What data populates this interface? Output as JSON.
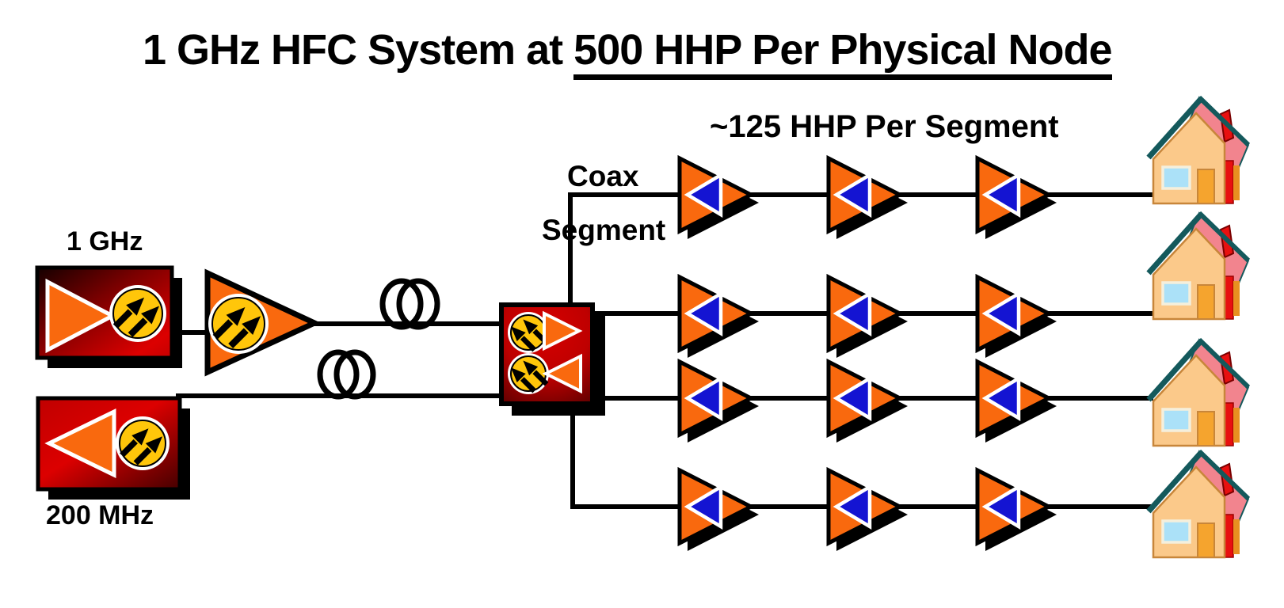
{
  "title": {
    "prefix": "1 GHz HFC System at ",
    "underlined": "500 HHP Per Physical Node"
  },
  "headend": {
    "forward_band_label": "1 GHz",
    "return_band_label": "200 MHz"
  },
  "node_labels": {
    "coax_line1": "Coax",
    "coax_line2": "Segment"
  },
  "segment_label": "~125 HHP Per Segment",
  "topology": {
    "hhp_per_physical_node": 500,
    "hhp_per_segment": "~125",
    "coax_segments_per_node": 4,
    "amplifiers_per_segment": 3,
    "homes_shown": 4,
    "fiber_links": 2,
    "fiber_coils": 2
  },
  "icons": {
    "forward_transmitter": "red-box-right-triangle-with-laser-diode-icon",
    "return_receiver": "red-box-left-triangle-with-laser-diode-icon",
    "headend_amplifier": "orange-triangle-with-laser-diode-icon",
    "fiber_coil": "double-loop-fiber-coil-icon",
    "optical_node": "red-box-two-diodes-two-triangles-icon",
    "rf_amplifier": "orange-triangle-blue-inner-triangle-icon",
    "home": "house-icon"
  },
  "colors": {
    "orange": "#F9690E",
    "deep_blue": "#1414D2",
    "bright_red": "#D40000",
    "dark_red": "#2A0000",
    "yellow": "#FFC60A",
    "line_black": "#000000",
    "house_wall": "#FBC98A",
    "house_roof_pink": "#F2848E",
    "roof_trim_teal": "#14595C",
    "window_blue": "#ABE1F8",
    "door_orange": "#F5A42E",
    "chimney_red": "#E81010"
  }
}
